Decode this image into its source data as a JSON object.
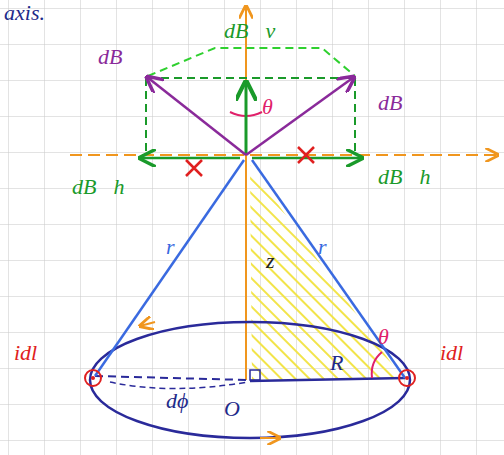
{
  "diagram": {
    "labels": [
      "axis.",
      "dB⃗",
      "dB⃗v",
      "θ",
      "dB⃗",
      "dB⃗h",
      "dB⃗h",
      "r",
      "r",
      "z",
      "θ",
      "idl⃗",
      "idl⃗",
      "dϕ",
      "O",
      "R"
    ]
  }
}
